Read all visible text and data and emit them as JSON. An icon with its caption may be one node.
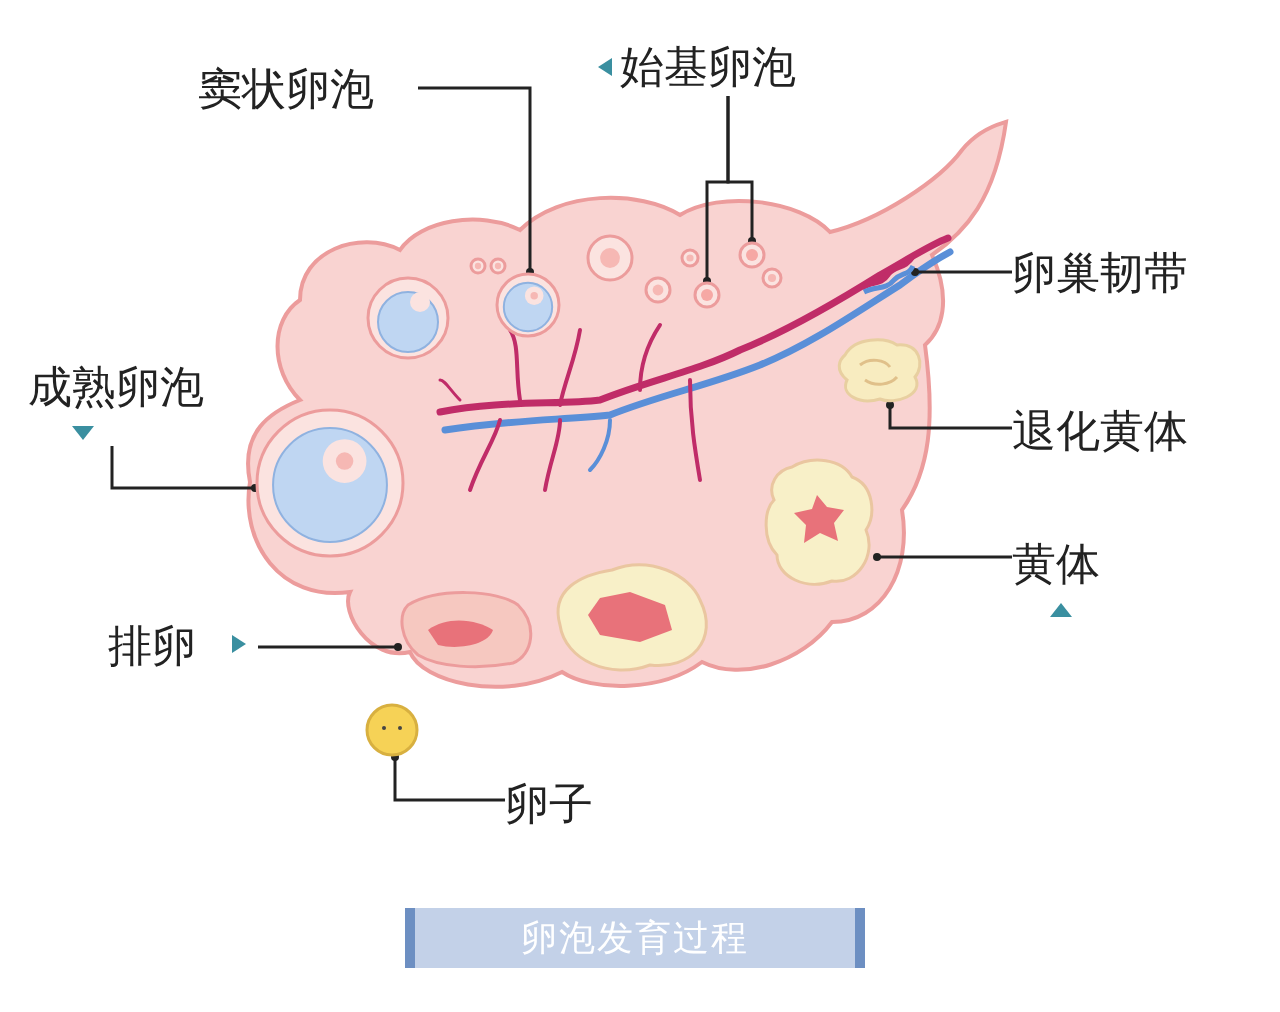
{
  "diagram": {
    "caption": "卵泡发育过程",
    "nodes": [
      {
        "text": [
          "窦状卵泡"
        ]
      },
      {
        "text": [],
        "shape": "picture"
      },
      {
        "text": [
          "始基卵泡"
        ]
      },
      {
        "text": [],
        "shape": "picture"
      },
      {
        "text": [],
        "shape": "picture"
      },
      {
        "text": [
          "卵巢韧带"
        ]
      },
      {
        "text": [],
        "shape": "picture"
      },
      {
        "text": [
          "成熟卵泡"
        ]
      },
      {
        "text": [],
        "shape": "picture"
      },
      {
        "text": [
          "退化黄体"
        ]
      },
      {
        "text": [],
        "shape": "picture"
      },
      {
        "text": [
          "黄体"
        ]
      },
      {
        "text": [],
        "shape": "picture"
      },
      {
        "text": [
          "排卵"
        ]
      },
      {
        "text": [],
        "shape": "picture"
      },
      {
        "text": [
          "卵子"
        ]
      },
      {
        "text": [],
        "shape": "picture"
      }
    ],
    "edges": [
      {
        "from": 0,
        "to": 1,
        "arrow": "other"
      },
      {
        "from": 2,
        "to": 3,
        "arrow": "other"
      },
      {
        "from": 2,
        "to": 4,
        "arrow": "other"
      },
      {
        "from": 5,
        "to": 6,
        "arrow": "other"
      },
      {
        "from": 7,
        "to": 8,
        "arrow": "other"
      },
      {
        "from": 9,
        "to": 10,
        "arrow": "other"
      },
      {
        "from": 11,
        "to": 12,
        "arrow": "other"
      },
      {
        "from": 13,
        "to": 14,
        "arrow": "other"
      },
      {
        "from": 15,
        "to": 16,
        "arrow": "other"
      }
    ]
  }
}
